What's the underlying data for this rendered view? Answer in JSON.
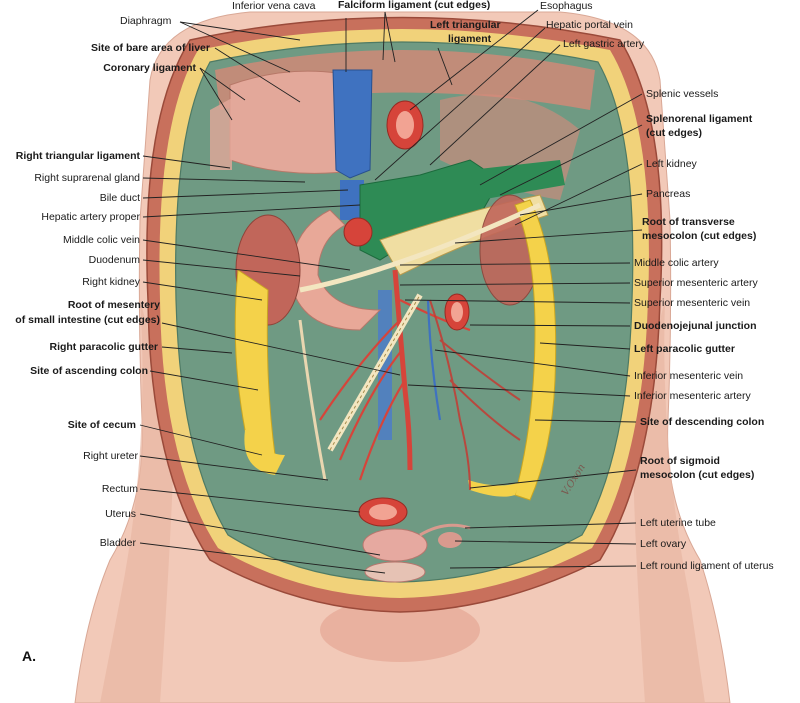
{
  "panel_label": "A.",
  "signature": "V.Oxon",
  "colors": {
    "skin": "#f2c9b8",
    "peritoneum": "#6f9a83",
    "ivc": "#3f72c0",
    "portal": "#2e8b55",
    "artery": "#d6443a",
    "colon_site": "#f4d24a",
    "muscle": "#c8705c"
  },
  "labels": {
    "inferior_vena_cava": "Inferior vena cava",
    "falciform_ligament": "Falciform ligament (cut edges)",
    "esophagus": "Esophagus",
    "diaphragm": "Diaphragm",
    "hepatic_portal_vein": "Hepatic portal vein",
    "left_triangular_ligament_1": "Left triangular",
    "left_triangular_ligament_2": "ligament",
    "left_gastric_artery": "Left gastric artery",
    "bare_area": "Site of bare area of liver",
    "coronary_ligament": "Coronary ligament",
    "splenic_vessels": "Splenic vessels",
    "splenorenal_1": "Splenorenal ligament",
    "splenorenal_2": "(cut edges)",
    "right_triangular_ligament": "Right triangular ligament",
    "right_suprarenal_gland": "Right suprarenal gland",
    "left_kidney": "Left kidney",
    "bile_duct": "Bile duct",
    "pancreas": "Pancreas",
    "hepatic_artery_proper": "Hepatic artery proper",
    "root_transverse_1": "Root of transverse",
    "root_transverse_2": "mesocolon (cut edges)",
    "middle_colic_vein": "Middle colic vein",
    "duodenum": "Duodenum",
    "middle_colic_artery": "Middle colic artery",
    "right_kidney": "Right kidney",
    "superior_mesenteric_artery": "Superior mesenteric artery",
    "superior_mesenteric_vein": "Superior mesenteric vein",
    "root_mesentery_1": "Root of mesentery",
    "root_mesentery_2": "of small intestine (cut edges)",
    "duodenojejunal_junction": "Duodenojejunal junction",
    "right_paracolic_gutter": "Right paracolic gutter",
    "left_paracolic_gutter": "Left paracolic gutter",
    "site_ascending_colon": "Site of ascending colon",
    "inferior_mesenteric_vein": "Inferior mesenteric vein",
    "inferior_mesenteric_artery": "Inferior mesenteric artery",
    "site_of_cecum": "Site of cecum",
    "site_descending_colon": "Site of descending colon",
    "right_ureter": "Right ureter",
    "root_sigmoid_1": "Root of sigmoid",
    "root_sigmoid_2": "mesocolon (cut edges)",
    "rectum": "Rectum",
    "left_uterine_tube": "Left uterine tube",
    "uterus": "Uterus",
    "left_ovary": "Left ovary",
    "bladder": "Bladder",
    "left_round_ligament": "Left round ligament of uterus"
  }
}
